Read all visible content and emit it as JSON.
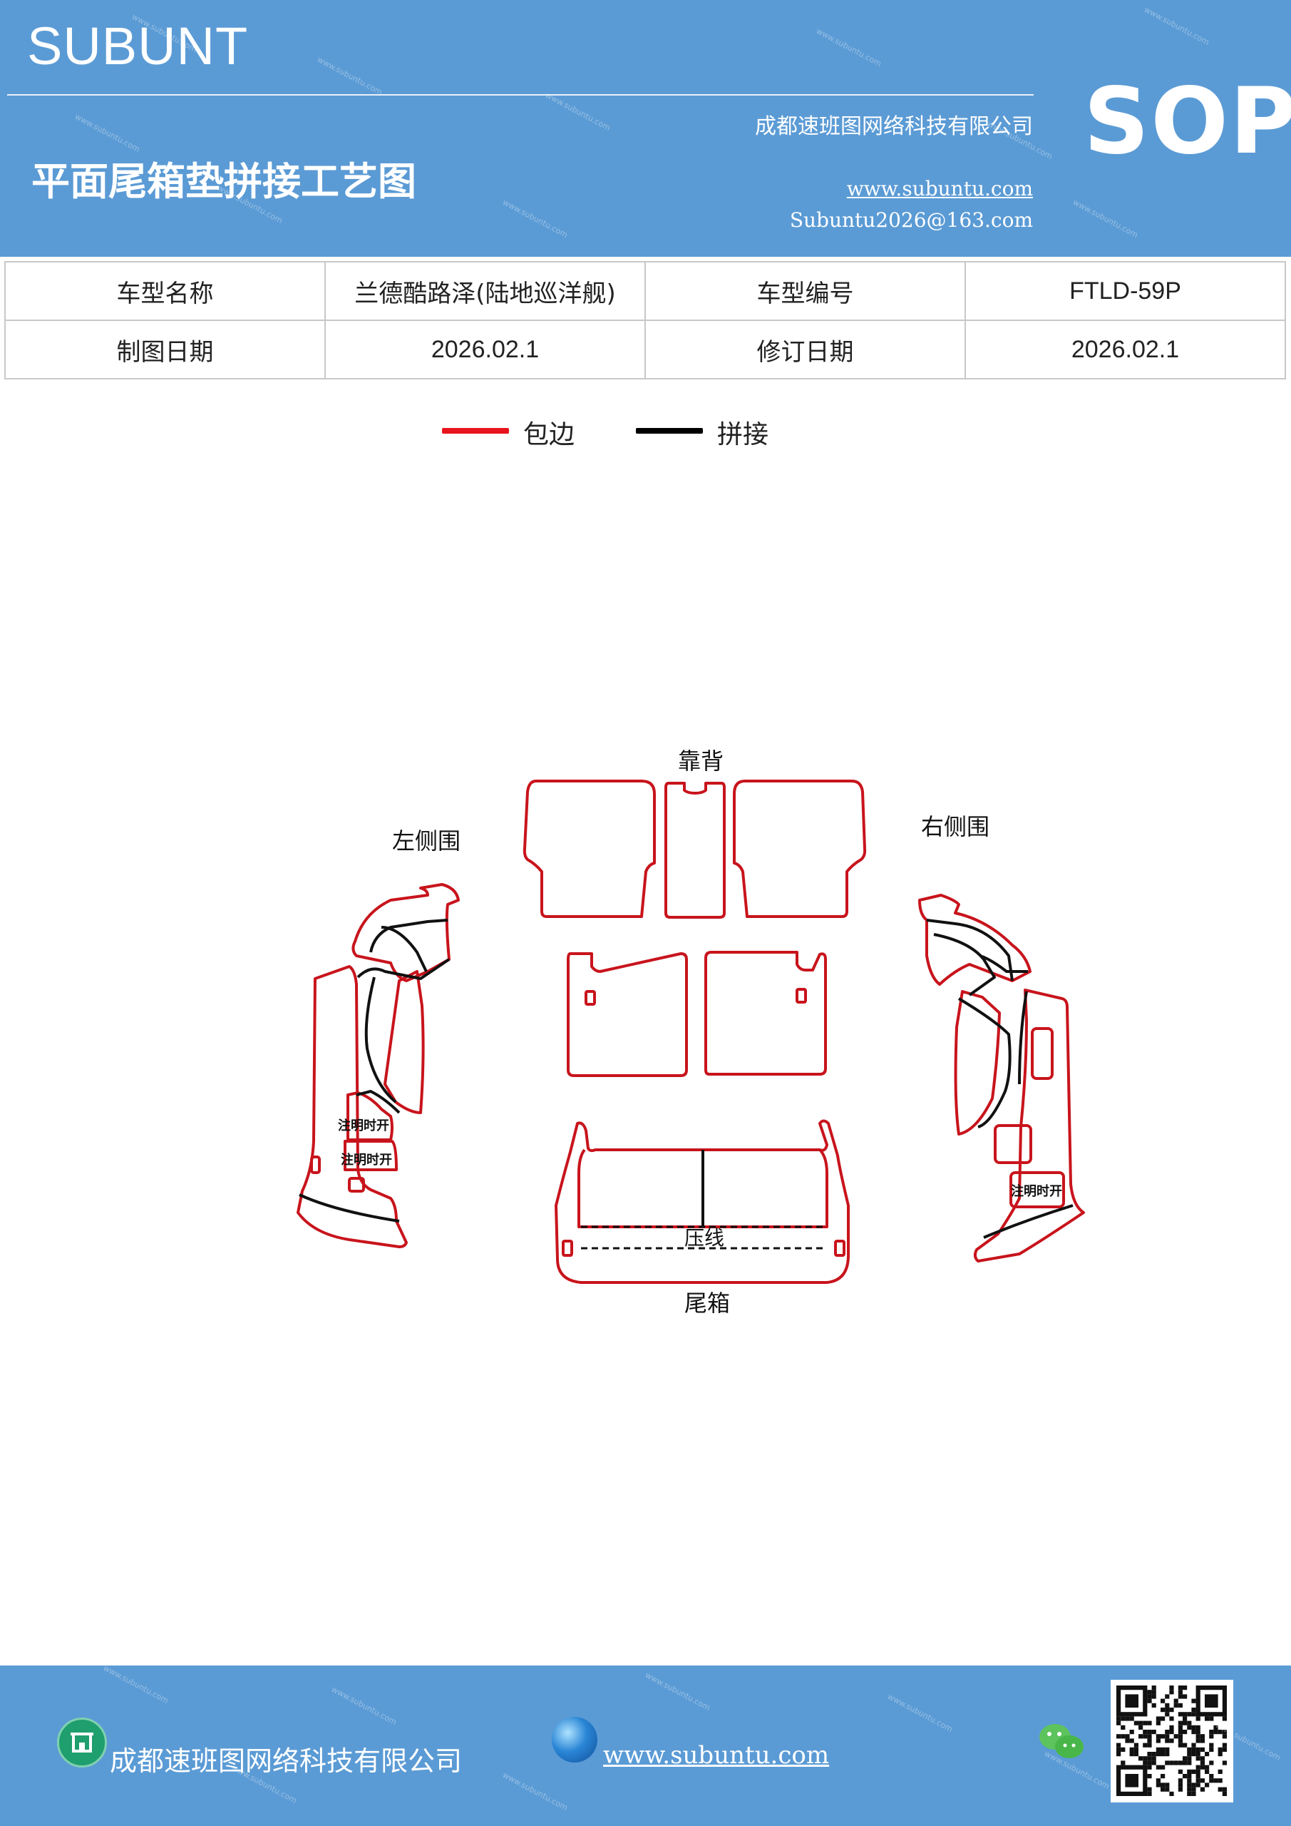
{
  "header": {
    "brand": "SUBUNT",
    "title": "平面尾箱垫拼接工艺图",
    "company": "成都速班图网络科技有限公司",
    "website": "www.subuntu.com",
    "email": "Subuntu2026@163.com",
    "badge": "SOP"
  },
  "info_table": {
    "model_name_label": "车型名称",
    "model_name_value": "兰德酷路泽(陆地巡洋舰)",
    "model_code_label": "车型编号",
    "model_code_value": "FTLD-59P",
    "draw_date_label": "制图日期",
    "draw_date_value": "2026.02.1",
    "revise_date_label": "修订日期",
    "revise_date_value": "2026.02.1"
  },
  "legend": {
    "edge_label": "包边",
    "edge_color": "#e8141c",
    "seam_label": "拼接",
    "seam_color": "#000000"
  },
  "diagram": {
    "backrest_label": "靠背",
    "left_side_label": "左侧围",
    "right_side_label": "右侧围",
    "trunk_label": "尾箱",
    "press_line_label": "压线",
    "open_note_1": "注明时开",
    "open_note_2": "注明时开",
    "open_note_3": "注明时开",
    "piece_edge_color": "#c8141c",
    "piece_seam_color": "#111111"
  },
  "footer": {
    "company": "成都速班图网络科技有限公司",
    "website": "www.subuntu.com",
    "building_icon": "building-icon",
    "globe_icon": "globe-icon",
    "wechat_icon": "wechat-icon",
    "qr_icon": "qr-code"
  }
}
